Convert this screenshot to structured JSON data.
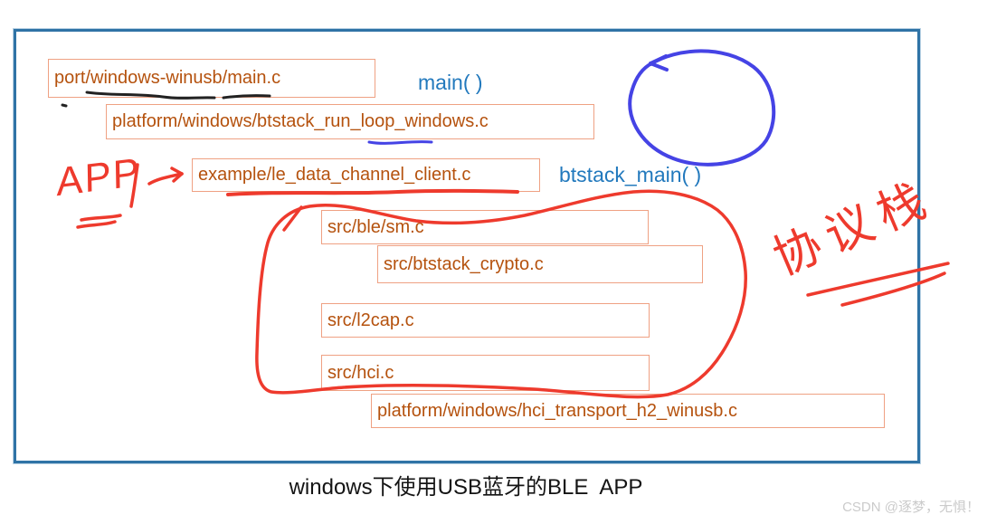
{
  "page": {
    "caption": "windows下使用USB蓝牙的BLE  APP",
    "watermark": "CSDN @逐梦，无惧！"
  },
  "colors": {
    "frame_border": "#2f73a6",
    "box_border": "#efa183",
    "box_text": "#b5520e",
    "function_text": "#2279bd",
    "pen_red": "#ee3a2d",
    "pen_blue": "#4543e5",
    "pen_black": "#222222"
  },
  "boxes": [
    {
      "label": "port/windows-winusb/main.c"
    },
    {
      "label": "platform/windows/btstack_run_loop_windows.c"
    },
    {
      "label": "example/le_data_channel_client.c"
    },
    {
      "label": "src/ble/sm.c"
    },
    {
      "label": "src/btstack_crypto.c"
    },
    {
      "label": "src/l2cap.c"
    },
    {
      "label": "src/hci.c"
    },
    {
      "label": "platform/windows/hci_transport_h2_winusb.c"
    }
  ],
  "functions": [
    {
      "label": "main( )"
    },
    {
      "label": "btstack_main( )"
    }
  ],
  "annotations": {
    "app": "APP",
    "protocol_stack": "协议栈"
  }
}
